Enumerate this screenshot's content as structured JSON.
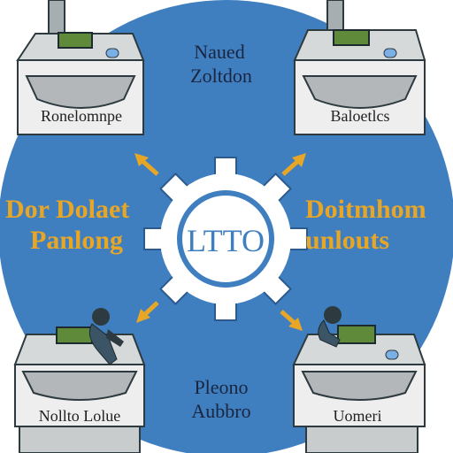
{
  "colors": {
    "circle": "#3f7fc0",
    "gear_fill": "#ffffff",
    "gear_stroke": "#2a5a8f",
    "gear_text": "#3f7fc0",
    "side_text": "#e8a626",
    "arrow": "#e8a626",
    "dark_text": "#1a2540",
    "machine_body": "#e6e6e6",
    "machine_dark": "#2d3a40",
    "screen": "#5f8a3a"
  },
  "center_top": {
    "line1": "Naued",
    "line2": "Zoltdon"
  },
  "center_bottom": {
    "line1": "Pleono",
    "line2": "Aubbro"
  },
  "left": {
    "line1": "Dor Dolaet",
    "line2": "Panlong"
  },
  "right": {
    "line1": "Doitmhom",
    "line2": "unlouts"
  },
  "gear": {
    "label": "LTTO"
  },
  "machines": {
    "top_left": {
      "label": "Ronelomnpe"
    },
    "top_right": {
      "label": "Baloetlcs"
    },
    "bottom_left": {
      "label": "Nollto Lolue"
    },
    "bottom_right": {
      "label": "Uomeri"
    }
  }
}
